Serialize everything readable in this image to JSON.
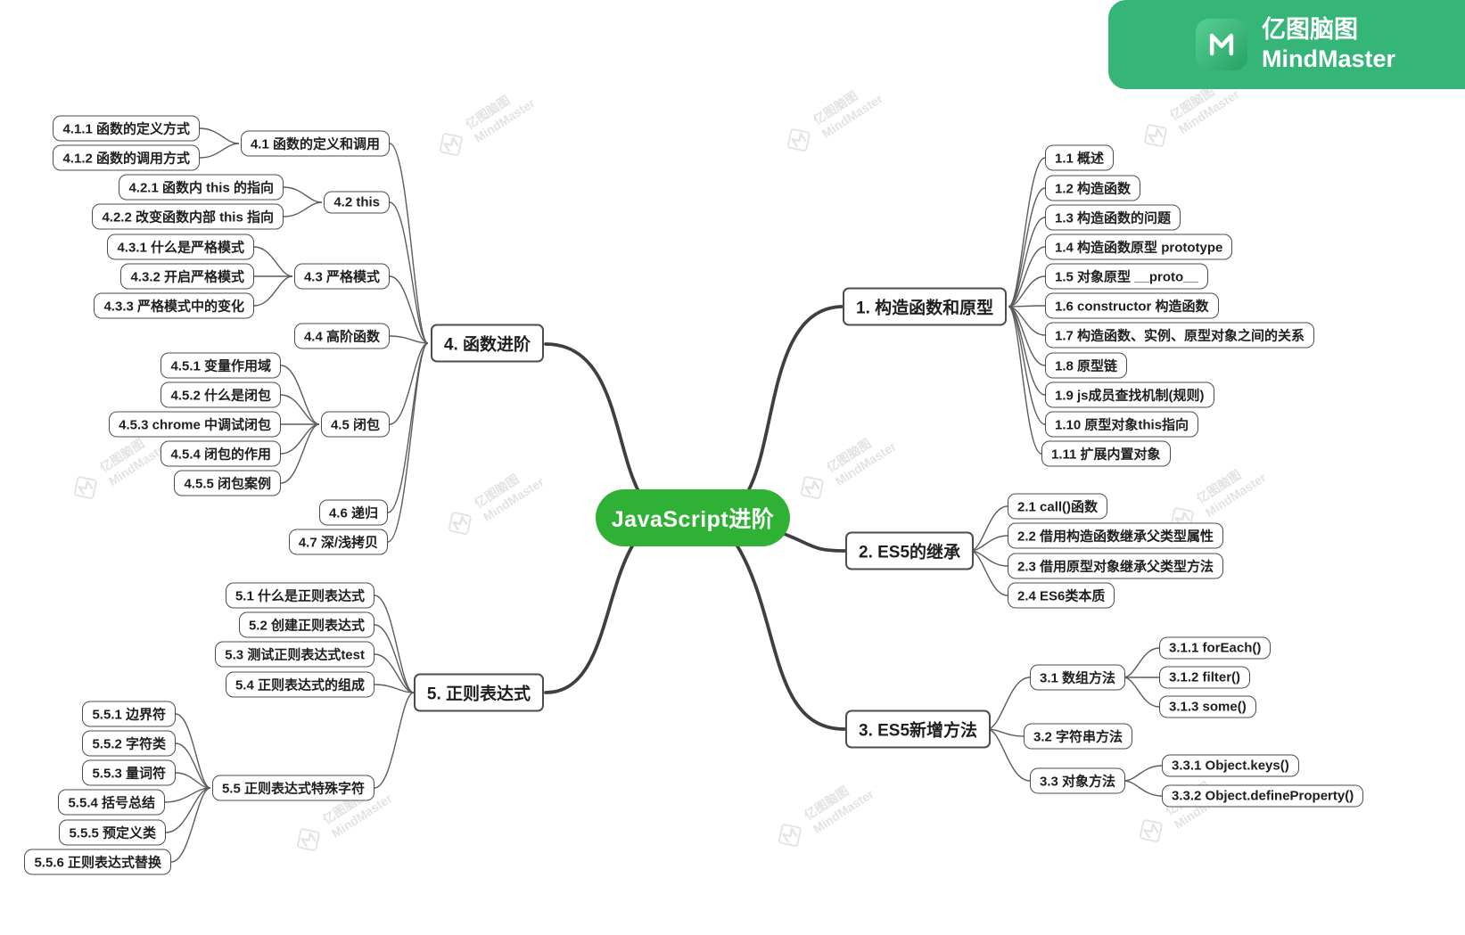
{
  "banner": {
    "line1": "亿图脑图",
    "line2": "MindMaster"
  },
  "watermark": {
    "line1": "亿图脑图",
    "line2": "MindMaster"
  },
  "colors": {
    "central_bg": "#2eb135",
    "banner_bg": "#35b577",
    "node_border": "#4c4c4c",
    "edge": "#5c5c5c",
    "thick_edge": "#3f3f3f",
    "watermark": "#e3e3e3"
  },
  "mindmap": {
    "central": {
      "label": "JavaScript进阶"
    },
    "branches": [
      {
        "id": "1",
        "label": "1. 构造函数和原型",
        "children": [
          {
            "id": "1.1",
            "label": "1.1 概述"
          },
          {
            "id": "1.2",
            "label": "1.2 构造函数"
          },
          {
            "id": "1.3",
            "label": "1.3 构造函数的问题"
          },
          {
            "id": "1.4",
            "label": "1.4 构造函数原型 prototype"
          },
          {
            "id": "1.5",
            "label": "1.5 对象原型 __proto__"
          },
          {
            "id": "1.6",
            "label": "1.6 constructor 构造函数"
          },
          {
            "id": "1.7",
            "label": "1.7 构造函数、实例、原型对象之间的关系"
          },
          {
            "id": "1.8",
            "label": "1.8 原型链"
          },
          {
            "id": "1.9",
            "label": "1.9 js成员查找机制(规则)"
          },
          {
            "id": "1.10",
            "label": "1.10 原型对象this指向"
          },
          {
            "id": "1.11",
            "label": "1.11 扩展内置对象"
          }
        ]
      },
      {
        "id": "2",
        "label": "2. ES5的继承",
        "children": [
          {
            "id": "2.1",
            "label": "2.1 call()函数"
          },
          {
            "id": "2.2",
            "label": "2.2 借用构造函数继承父类型属性"
          },
          {
            "id": "2.3",
            "label": "2.3 借用原型对象继承父类型方法"
          },
          {
            "id": "2.4",
            "label": "2.4 ES6类本质"
          }
        ]
      },
      {
        "id": "3",
        "label": "3. ES5新增方法",
        "children": [
          {
            "id": "3.1",
            "label": "3.1 数组方法",
            "children": [
              {
                "id": "3.1.1",
                "label": "3.1.1 forEach()"
              },
              {
                "id": "3.1.2",
                "label": "3.1.2 filter()"
              },
              {
                "id": "3.1.3",
                "label": "3.1.3 some()"
              }
            ]
          },
          {
            "id": "3.2",
            "label": "3.2 字符串方法"
          },
          {
            "id": "3.3",
            "label": "3.3 对象方法",
            "children": [
              {
                "id": "3.3.1",
                "label": "3.3.1 Object.keys()"
              },
              {
                "id": "3.3.2",
                "label": "3.3.2 Object.defineProperty()"
              }
            ]
          }
        ]
      },
      {
        "id": "4",
        "label": "4. 函数进阶",
        "children": [
          {
            "id": "4.1",
            "label": "4.1 函数的定义和调用",
            "children": [
              {
                "id": "4.1.1",
                "label": "4.1.1 函数的定义方式"
              },
              {
                "id": "4.1.2",
                "label": "4.1.2 函数的调用方式"
              }
            ]
          },
          {
            "id": "4.2",
            "label": "4.2 this",
            "children": [
              {
                "id": "4.2.1",
                "label": "4.2.1 函数内 this 的指向"
              },
              {
                "id": "4.2.2",
                "label": "4.2.2 改变函数内部 this 指向"
              }
            ]
          },
          {
            "id": "4.3",
            "label": "4.3 严格模式",
            "children": [
              {
                "id": "4.3.1",
                "label": "4.3.1 什么是严格模式"
              },
              {
                "id": "4.3.2",
                "label": "4.3.2 开启严格模式"
              },
              {
                "id": "4.3.3",
                "label": "4.3.3 严格模式中的变化"
              }
            ]
          },
          {
            "id": "4.4",
            "label": "4.4 高阶函数"
          },
          {
            "id": "4.5",
            "label": "4.5 闭包",
            "children": [
              {
                "id": "4.5.1",
                "label": "4.5.1 变量作用域"
              },
              {
                "id": "4.5.2",
                "label": "4.5.2 什么是闭包"
              },
              {
                "id": "4.5.3",
                "label": "4.5.3 chrome 中调试闭包"
              },
              {
                "id": "4.5.4",
                "label": "4.5.4 闭包的作用"
              },
              {
                "id": "4.5.5",
                "label": "4.5.5 闭包案例"
              }
            ]
          },
          {
            "id": "4.6",
            "label": "4.6 递归"
          },
          {
            "id": "4.7",
            "label": "4.7 深/浅拷贝"
          }
        ]
      },
      {
        "id": "5",
        "label": "5. 正则表达式",
        "children": [
          {
            "id": "5.1",
            "label": "5.1 什么是正则表达式"
          },
          {
            "id": "5.2",
            "label": "5.2 创建正则表达式"
          },
          {
            "id": "5.3",
            "label": "5.3 测试正则表达式test"
          },
          {
            "id": "5.4",
            "label": "5.4 正则表达式的组成"
          },
          {
            "id": "5.5",
            "label": "5.5 正则表达式特殊字符",
            "children": [
              {
                "id": "5.5.1",
                "label": "5.5.1 边界符"
              },
              {
                "id": "5.5.2",
                "label": "5.5.2 字符类"
              },
              {
                "id": "5.5.3",
                "label": "5.5.3 量词符"
              },
              {
                "id": "5.5.4",
                "label": "5.5.4 括号总结"
              },
              {
                "id": "5.5.5",
                "label": "5.5.5 预定义类"
              },
              {
                "id": "5.5.6",
                "label": "5.5.6 正则表达式替换"
              }
            ]
          }
        ]
      }
    ]
  }
}
